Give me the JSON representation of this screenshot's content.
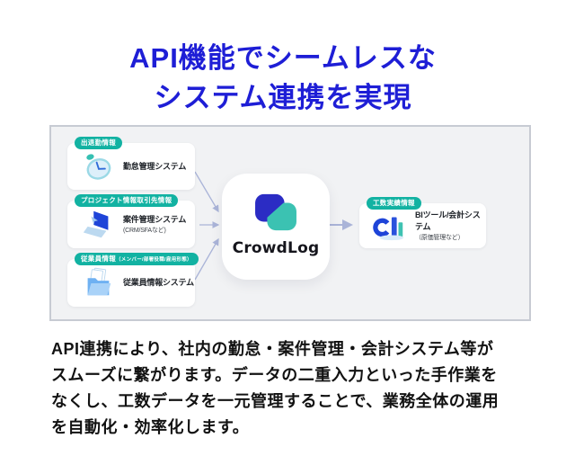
{
  "title": {
    "line1": "API機能でシームレスな",
    "line2": "システム連携を実現"
  },
  "diagram": {
    "sources": [
      {
        "badge": "出退勤情報",
        "label": "勤怠管理システム",
        "icon": "clock-icon"
      },
      {
        "badge": "プロジェクト情報取引先情報",
        "label": "案件管理システム",
        "sublabel": "(CRM/SFAなど)",
        "icon": "laptop-icon"
      },
      {
        "badge": "従業員情報",
        "badge_note": "（メンバー/部署役職/雇用形態）",
        "label": "従業員情報システム",
        "icon": "folder-icon"
      }
    ],
    "hub": {
      "logo_text": "CrowdLog",
      "logo_icon": "crowdlog-logo-mark"
    },
    "output": {
      "badge": "工数実績情報",
      "label": "BIツール/会計システム",
      "sublabel": "（原価管理など）",
      "icon": "bar-chart-icon"
    }
  },
  "description": {
    "lines": [
      "API連携により、社内の勤怠・案件管理・会計システム等が",
      "スムーズに繋がります。データの二重入力といった手作業を",
      "なくし、工数データを一元管理することで、業務全体の運用",
      "を自動化・効率化します。"
    ]
  },
  "colors": {
    "title_blue": "#1e1ed6",
    "badge_teal": "#12b2a2",
    "logo_blue": "#2b2cc4",
    "logo_teal": "#3bc2b2",
    "arrow": "#aab4d8",
    "panel_bg": "#f1f2f4",
    "panel_border": "#c7cbd3"
  }
}
